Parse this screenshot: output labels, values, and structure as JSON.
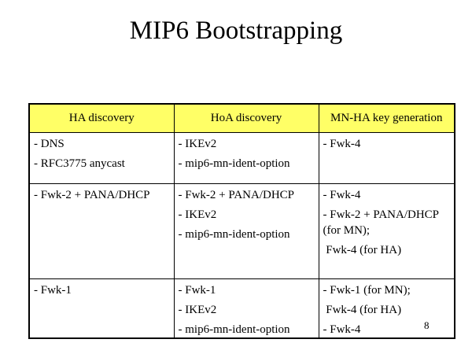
{
  "slide": {
    "title": "MIP6 Bootstrapping",
    "page_number": "8"
  },
  "table": {
    "header_bg": "#FFFF66",
    "border_color": "#000000",
    "columns": [
      "HA discovery",
      "HoA discovery",
      "MN-HA key generation"
    ],
    "rows": [
      {
        "cells": [
          [
            [
              "- DNS"
            ],
            [
              "- RFC3775 anycast"
            ]
          ],
          [
            [
              "- IKEv2"
            ],
            [
              "- mip6-mn-ident-option"
            ]
          ],
          [
            [
              "- Fwk-4"
            ]
          ]
        ]
      },
      {
        "cells": [
          [
            [
              "- Fwk-2 + PANA/DHCP"
            ]
          ],
          [
            [
              "- Fwk-2 + PANA/DHCP"
            ],
            [
              "- IKEv2"
            ],
            [
              "- mip6-mn-ident-option"
            ]
          ],
          [
            [
              "- Fwk-4"
            ],
            [
              "- Fwk-2 + PANA/DHCP",
              "(for MN);"
            ],
            [
              " Fwk-4 (for HA)"
            ]
          ]
        ]
      },
      {
        "cells": [
          [
            [
              "- Fwk-1"
            ]
          ],
          [
            [
              "- Fwk-1"
            ],
            [
              "- IKEv2"
            ],
            [
              "- mip6-mn-ident-option"
            ]
          ],
          [
            [
              "- Fwk-1 (for MN);"
            ],
            [
              " Fwk-4 (for HA)"
            ],
            [
              "- Fwk-4"
            ]
          ]
        ]
      }
    ]
  }
}
